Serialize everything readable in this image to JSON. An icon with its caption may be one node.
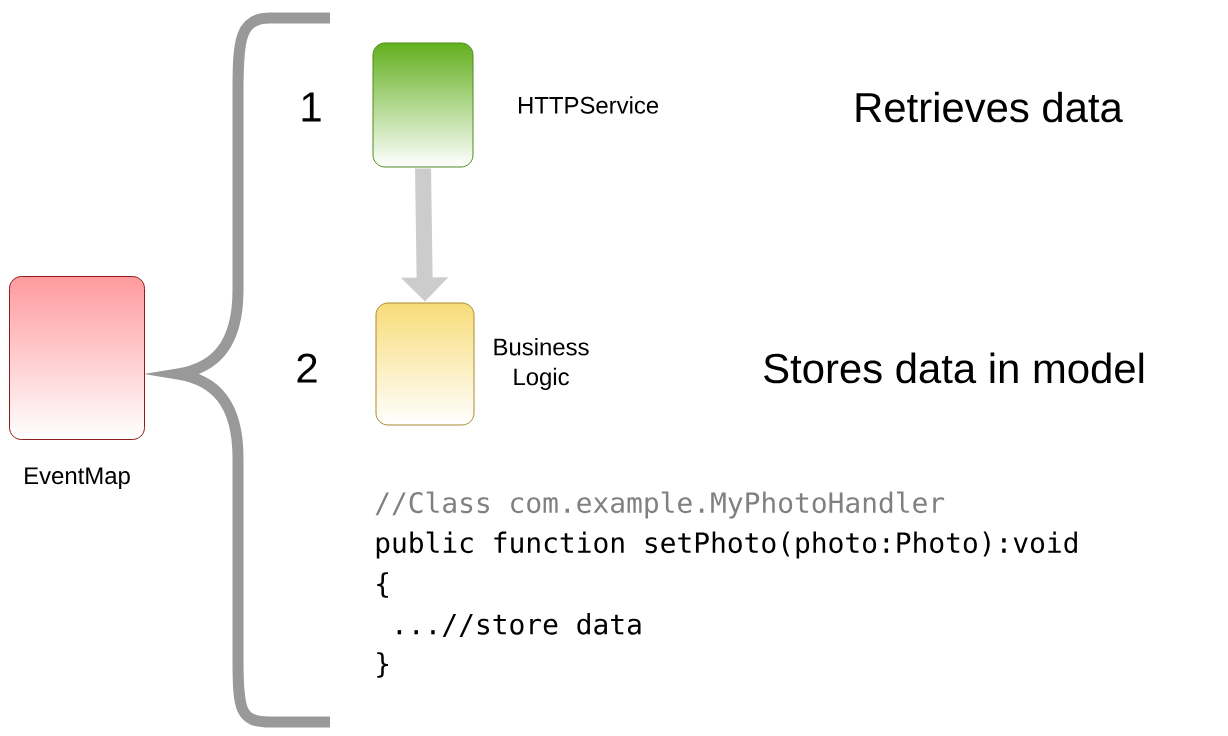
{
  "diagram": {
    "nodes": [
      {
        "text": [
          "EventMap"
        ]
      },
      {
        "text": [
          "HTTPService"
        ]
      },
      {
        "text": [
          "Business Logic"
        ]
      }
    ],
    "edges": [
      {
        "from": 1,
        "to": 2,
        "arrow": "to"
      }
    ],
    "labels": [
      "1",
      "Retrieves data",
      "2",
      "Stores data in model",
      "//Class com.example.MyPhotoHandler",
      "public function setPhoto(photo:Photo):void",
      "{",
      "  ...//store data",
      "}"
    ]
  }
}
